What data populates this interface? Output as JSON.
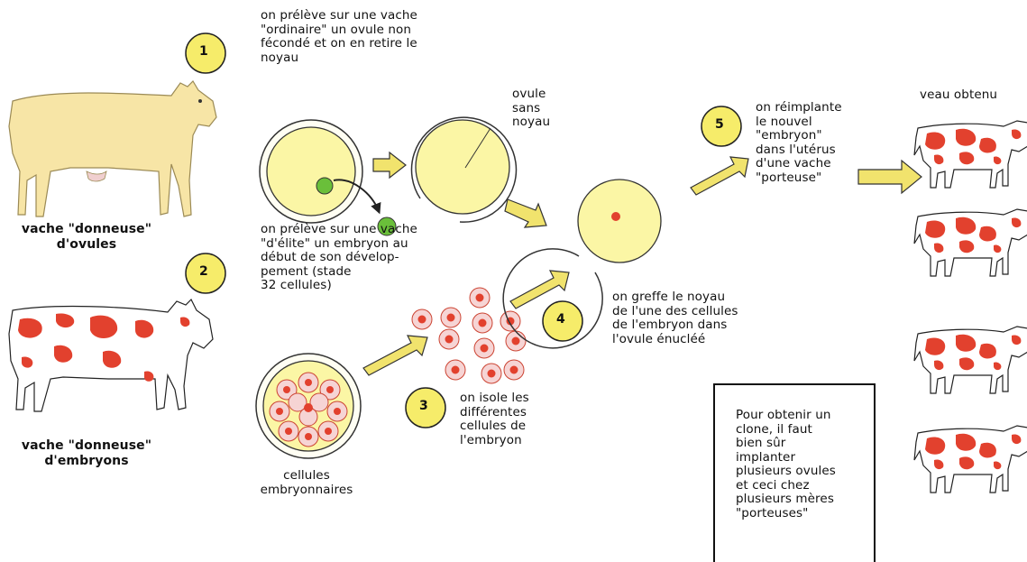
{
  "colors": {
    "badge": "#f6ec6a",
    "ovum": "#fbf6a5",
    "arrow": "#f1e36d",
    "spot": "#e2412e",
    "donor_cow": "#f7e5a6",
    "nucleus_green": "#6abf3a"
  },
  "steps": [
    {
      "number": "1",
      "text": "on prélève sur une vache\n\"ordinaire\"  un ovule non\nfécondé et on en retire le\nnoyau"
    },
    {
      "number": "2",
      "text": "on prélève sur une vache\n\"d'élite\" un embryon au\ndébut de son dévelop-\npement (stade\n32 cellules)"
    },
    {
      "number": "3",
      "text": "on isole les\ndifférentes\ncellules de\nl'embryon"
    },
    {
      "number": "4",
      "text": "on greffe le noyau\nde l'une des cellules\nde l'embryon dans\nl'ovule énucléé"
    },
    {
      "number": "5",
      "text": "on réimplante\nle nouvel\n\"embryon\"\ndans l'utérus\nd'une vache\n\"porteuse\""
    }
  ],
  "labels": {
    "ovule_sans_noyau": "ovule\nsans\nnoyau",
    "donor_ovules": "vache \"donneuse\"\nd'ovules",
    "donor_embryons": "vache \"donneuse\"\nd'embryons",
    "cellules": "cellules\nembryonnaires",
    "veau": "veau obtenu"
  },
  "note": "Pour obtenir un\nclone, il faut\nbien sûr\nimplanter\nplusieurs ovules\net ceci chez\nplusieurs mères\n\"porteuses\""
}
